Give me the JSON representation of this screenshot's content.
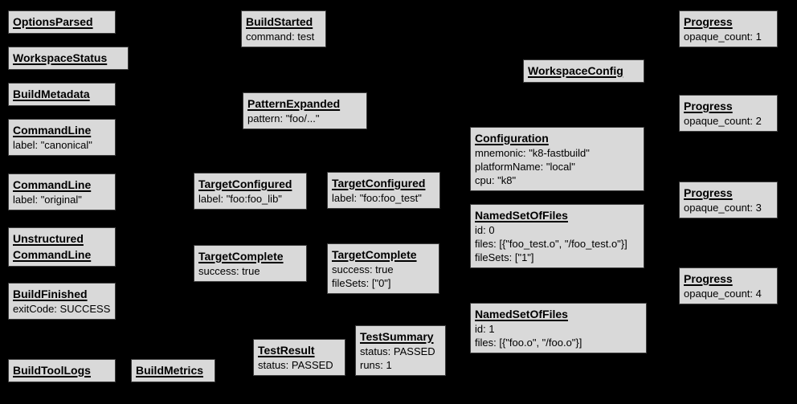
{
  "colors": {
    "background": "#000000",
    "node_fill": "#d9d9d9",
    "node_border": "#3d3d3d",
    "text": "#000000"
  },
  "nodes": [
    {
      "title": "OptionsParsed",
      "lines": []
    },
    {
      "title": "WorkspaceStatus",
      "lines": []
    },
    {
      "title": "BuildMetadata",
      "lines": []
    },
    {
      "title": "CommandLine",
      "lines": [
        "label: \"canonical\""
      ]
    },
    {
      "title": "CommandLine",
      "lines": [
        "label: \"original\""
      ]
    },
    {
      "title": "Unstructured",
      "title2": "CommandLine",
      "lines": []
    },
    {
      "title": "BuildFinished",
      "lines": [
        "exitCode: SUCCESS"
      ]
    },
    {
      "title": "BuildToolLogs",
      "lines": []
    },
    {
      "title": "BuildMetrics",
      "lines": []
    },
    {
      "title": "BuildStarted",
      "lines": [
        "command: test"
      ]
    },
    {
      "title": "PatternExpanded",
      "lines": [
        "pattern: \"foo/...\""
      ]
    },
    {
      "title": "TargetConfigured",
      "lines": [
        "label: \"foo:foo_lib\""
      ]
    },
    {
      "title": "TargetComplete",
      "lines": [
        "success: true"
      ]
    },
    {
      "title": "TestResult",
      "lines": [
        "status: PASSED"
      ]
    },
    {
      "title": "TargetConfigured",
      "lines": [
        "label: \"foo:foo_test\""
      ]
    },
    {
      "title": "TargetComplete",
      "lines": [
        "success: true",
        "fileSets: [\"0\"]"
      ]
    },
    {
      "title": "TestSummary",
      "lines": [
        "status: PASSED",
        "runs: 1"
      ]
    },
    {
      "title": "WorkspaceConfig",
      "lines": []
    },
    {
      "title": "Configuration",
      "lines": [
        "mnemonic: \"k8-fastbuild\"",
        "platformName: \"local\"",
        "cpu: \"k8\""
      ]
    },
    {
      "title": "NamedSetOfFiles",
      "lines": [
        "id: 0",
        "files: [{\"foo_test.o\", \"/foo_test.o\"}]",
        "fileSets: [\"1\"]"
      ]
    },
    {
      "title": "NamedSetOfFiles",
      "lines": [
        "id: 1",
        "files: [{\"foo.o\", \"/foo.o\"}]"
      ]
    },
    {
      "title": "Progress",
      "lines": [
        "opaque_count: 1"
      ]
    },
    {
      "title": "Progress",
      "lines": [
        "opaque_count: 2"
      ]
    },
    {
      "title": "Progress",
      "lines": [
        "opaque_count: 3"
      ]
    },
    {
      "title": "Progress",
      "lines": [
        "opaque_count: 4"
      ]
    }
  ]
}
